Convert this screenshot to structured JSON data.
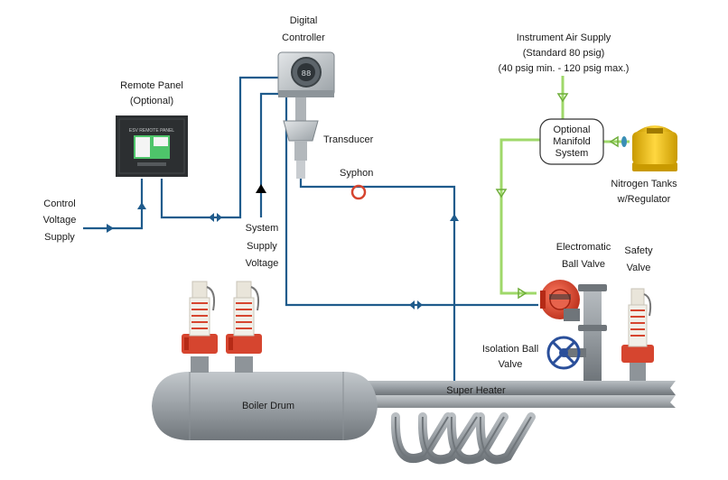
{
  "labels": {
    "digital_controller": [
      "Digital",
      "Controller"
    ],
    "remote_panel": [
      "Remote Panel",
      "(Optional)"
    ],
    "instrument_air": [
      "Instrument Air Supply",
      "(Standard 80 psig)",
      "(40 psig min. - 120 psig max.)"
    ],
    "transducer": "Transducer",
    "syphon": "Syphon",
    "manifold": [
      "Optional",
      "Manifold",
      "System"
    ],
    "nitrogen": [
      "Nitrogen Tanks",
      "w/Regulator"
    ],
    "control_voltage": [
      "Control",
      "Voltage",
      "Supply"
    ],
    "system_supply": [
      "System",
      "Supply",
      "Voltage"
    ],
    "electromatic": [
      "Electromatic",
      "Ball Valve"
    ],
    "safety_valve": [
      "Safety",
      "Valve"
    ],
    "isolation": [
      "Isolation Ball",
      "Valve"
    ],
    "boiler_drum": "Boiler Drum",
    "super_heater": "Super Heater"
  },
  "panel_screen_text": "ESV REMOTE PANEL",
  "controller_display_text": "88",
  "colors": {
    "wire_blue": "#1f5b8c",
    "air_green": "#9fd86a",
    "pipe_gray": "#8e9499",
    "valve_red": "#d6452f",
    "nitrogen_yellow": "#f2c200"
  },
  "icons": [
    "arrow-right-icon",
    "arrow-up-icon",
    "arrow-down-icon",
    "bidirectional-arrow-icon"
  ]
}
